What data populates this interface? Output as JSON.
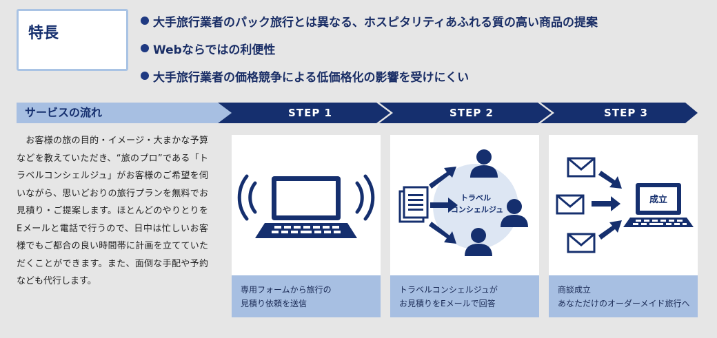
{
  "features": {
    "title": "特長",
    "items": [
      "大手旅行業者のパック旅行とは異なる、ホスピタリティあふれる質の高い商品の提案",
      "Webならではの利便性",
      "大手旅行業者の価格競争による低価格化の影響を受けにくい"
    ]
  },
  "service_flow": {
    "title": "サービスの流れ",
    "description": "　お客様の旅の目的・イメージ・大まかな予算などを教えていただき、“旅のプロ”である「トラベルコンシェルジュ」がお客様のご希望を伺いながら、思いどおりの旅行プランを無料でお見積り・ご提案します。ほとんどのやりとりをEメールと電話で行うので、日中は忙しいお客様でもご都合の良い時間帯に計画を立てていただくことができます。また、面倒な手配や予約なども代行します。",
    "steps": [
      {
        "label": "STEP 1",
        "caption": [
          "専用フォームから旅行の",
          "見積り依頼を送信"
        ]
      },
      {
        "label": "STEP 2",
        "center_label": [
          "トラベル",
          "コンシェルジュ"
        ],
        "caption": [
          "トラベルコンシェルジュが",
          "お見積りをEメールで回答"
        ]
      },
      {
        "label": "STEP 3",
        "screen_label": "成立",
        "caption": [
          "商談成立",
          "あなただけのオーダーメイド旅行へ"
        ]
      }
    ]
  },
  "colors": {
    "navy": "#152f6e",
    "light_blue": "#a7bfe2",
    "pale_circle": "#dde6f3",
    "background": "#e6e6e6"
  }
}
